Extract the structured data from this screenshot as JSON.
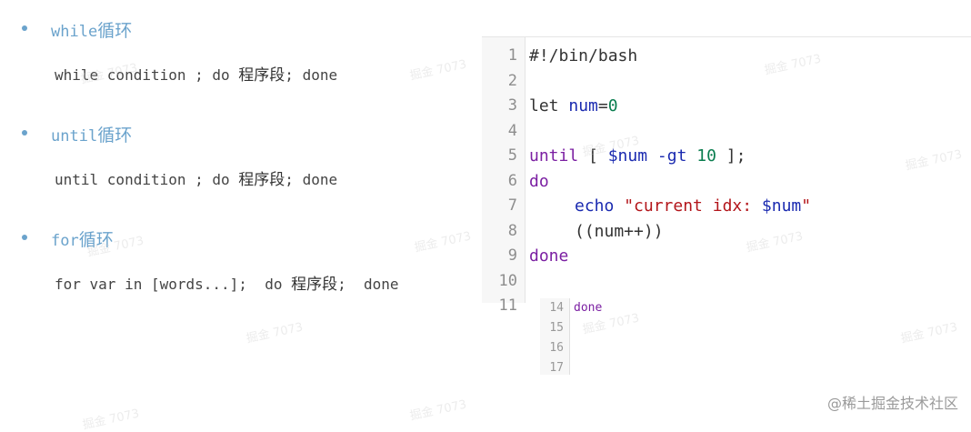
{
  "notes": {
    "sections": [
      {
        "keyword": "while",
        "suffix": "循环",
        "syntax_pre": "while condition ; do ",
        "syntax_cjk": "程序段",
        "syntax_post": "; done"
      },
      {
        "keyword": "until",
        "suffix": "循环",
        "syntax_pre": "until condition ; do ",
        "syntax_cjk": "程序段",
        "syntax_post": "; done"
      },
      {
        "keyword": "for",
        "suffix": "循环",
        "syntax_pre": "for var in [words...];  do ",
        "syntax_cjk": "程序段",
        "syntax_post": ";  done"
      }
    ]
  },
  "editor": {
    "line_numbers": [
      "1",
      "2",
      "3",
      "4",
      "5",
      "6",
      "7",
      "8",
      "9",
      "10",
      "11"
    ],
    "line1": "#!/bin/bash",
    "line3": {
      "kw": "let",
      "var": "num",
      "op": "=",
      "num": "0"
    },
    "line5": {
      "kw": "until",
      "open": " [ ",
      "var": "$num",
      "flag": " -gt ",
      "num": "10",
      "close": " ];"
    },
    "line6": "do",
    "line7": {
      "kw": "echo",
      "str": "\"current idx: ",
      "var": "$num",
      "str_end": "\""
    },
    "line8": "((num++))",
    "line9": "done"
  },
  "mini_editor": {
    "line_numbers": [
      "14",
      "15",
      "16",
      "17"
    ],
    "line14": "done"
  },
  "watermark": "掘金 7073",
  "credit": "@稀土掘金技术社区",
  "colors": {
    "accent_blue": "#6ba3cc",
    "keyword_purple": "#7b1fa2",
    "variable_blue": "#1a2ab0",
    "number_green": "#0a7d4f",
    "string_red": "#b3151a"
  }
}
